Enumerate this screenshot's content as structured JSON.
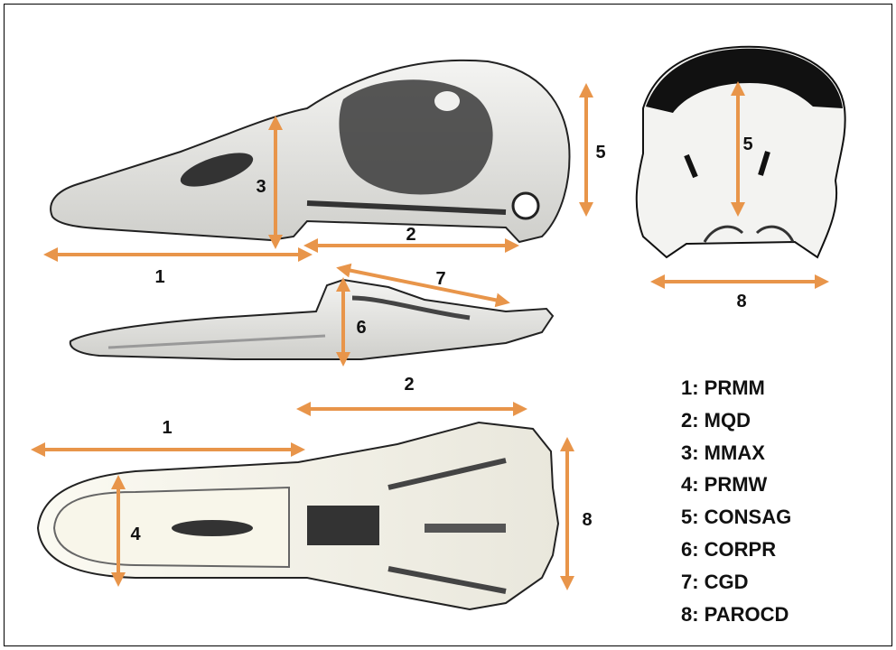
{
  "labels": {
    "one_upper": "1",
    "two_upper": "2",
    "three": "3",
    "five_lateral": "5",
    "five_occipital": "5",
    "six": "6",
    "seven": "7",
    "eight_occipital": "8",
    "two_lower": "2",
    "one_lower": "1",
    "four": "4",
    "eight_ventral": "8"
  },
  "legend": [
    "1: PRMM",
    "2: MQD",
    "3: MMAX",
    "4: PRMW",
    "5: CONSAG",
    "6: CORPR",
    "7: CGD",
    "8: PAROCD"
  ],
  "colors": {
    "arrow": "#E8954A",
    "frame": "#000000",
    "ink": "#111111",
    "bone": "#d8d8d0"
  }
}
